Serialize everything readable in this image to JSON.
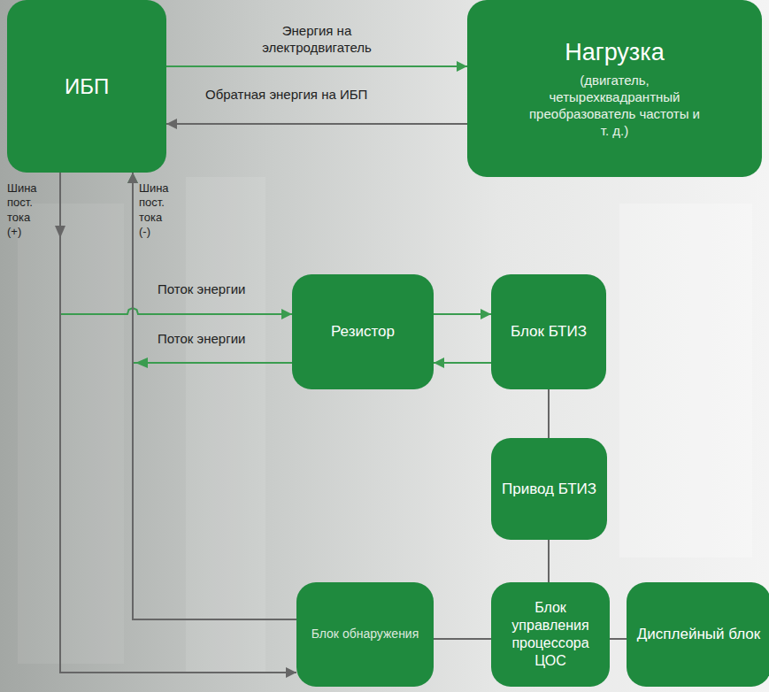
{
  "diagram": {
    "nodes": [
      {
        "text": [
          "ИБП"
        ]
      },
      {
        "text": [
          "Нагрузка",
          "(двигатель, четырехквадрантный преобразователь частоты и т. д.)"
        ]
      },
      {
        "text": [
          "Резистор"
        ]
      },
      {
        "text": [
          "Блок БТИЗ"
        ]
      },
      {
        "text": [
          "Привод БТИЗ"
        ]
      },
      {
        "text": [
          "Блок обнаружения"
        ]
      },
      {
        "text": [
          "Блок управления процессора ЦОС"
        ]
      },
      {
        "text": [
          "Дисплейный блок"
        ]
      }
    ],
    "edges": [
      {
        "from": 0,
        "to": 1,
        "arrow": "to",
        "label": "Энергия на электродвигатель"
      },
      {
        "from": 1,
        "to": 0,
        "arrow": "to",
        "label": "Обратная энергия на ИБП"
      },
      {
        "from": 0,
        "to": 2,
        "arrow": "to",
        "label": "Поток энергии"
      },
      {
        "from": 0,
        "to": 5,
        "arrow": "to"
      },
      {
        "from": 2,
        "to": 3,
        "arrow": "to"
      },
      {
        "from": 3,
        "to": 2,
        "arrow": "to"
      },
      {
        "from": 2,
        "to": 0,
        "arrow": "to",
        "label": "Поток энергии"
      },
      {
        "from": 5,
        "to": 0,
        "arrow": "to"
      },
      {
        "from": 3,
        "to": 4,
        "arrow": "none"
      },
      {
        "from": 4,
        "to": 6,
        "arrow": "none"
      },
      {
        "from": 5,
        "to": 6,
        "arrow": "none"
      },
      {
        "from": 6,
        "to": 7,
        "arrow": "none"
      }
    ],
    "labels": [
      "Шина пост. тока (+)",
      "Шина пост. тока (-)"
    ]
  }
}
